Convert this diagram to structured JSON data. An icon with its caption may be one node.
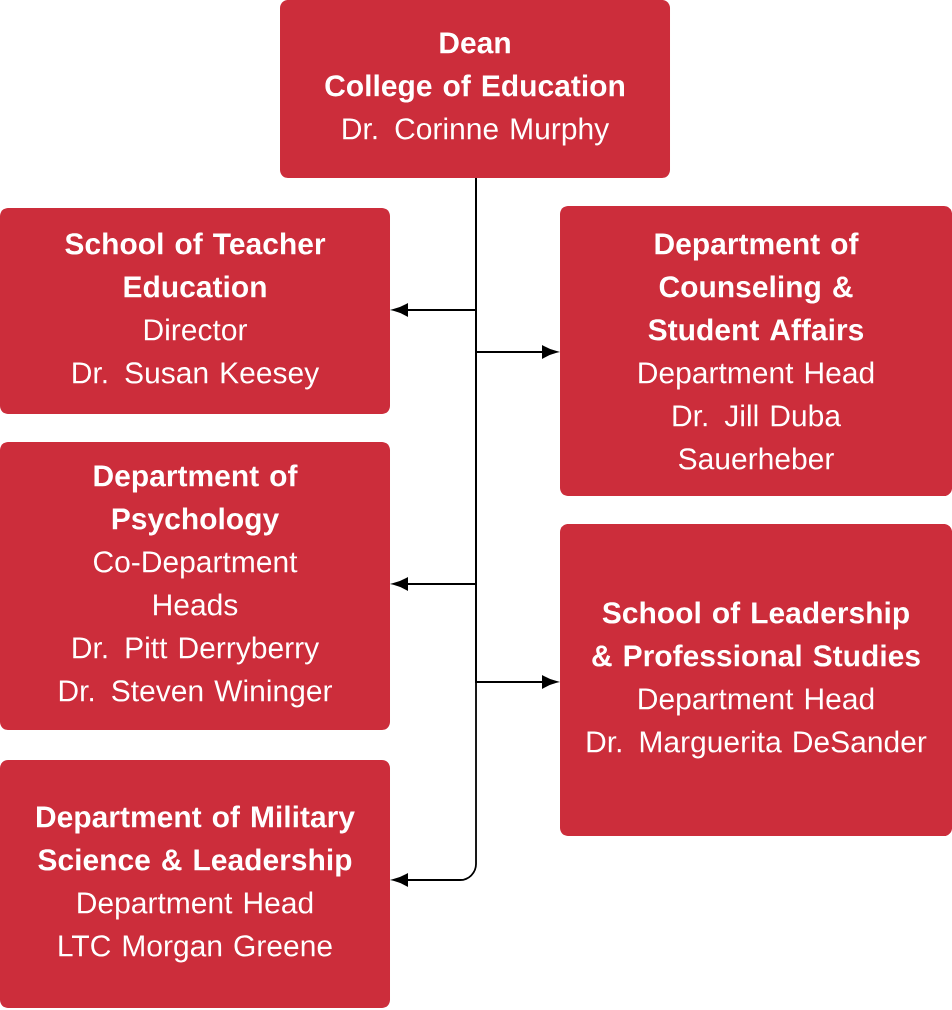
{
  "diagram": {
    "nodes": [
      {
        "text": [
          "Dean",
          "College of Education",
          "Dr. Corinne Murphy"
        ]
      },
      {
        "text": [
          "School of Teacher Education",
          "Director",
          "Dr. Susan Keesey"
        ]
      },
      {
        "text": [
          "Department of Counseling & Student Affairs",
          "Department Head",
          "Dr. Jill Duba Sauerheber"
        ]
      },
      {
        "text": [
          "Department of Psychology",
          "Co-Department Heads",
          "Dr. Pitt Derryberry",
          "Dr. Steven Wininger"
        ]
      },
      {
        "text": [
          "School of Leadership & Professional Studies",
          "Department Head",
          "Dr. Marguerita DeSander"
        ]
      },
      {
        "text": [
          "Department of Military Science & Leadership",
          "Department Head",
          "LTC Morgan Greene"
        ]
      }
    ],
    "edges": [
      {
        "from": 0,
        "to": 1,
        "arrow": "to"
      },
      {
        "from": 0,
        "to": 2,
        "arrow": "to"
      },
      {
        "from": 0,
        "to": 3,
        "arrow": "to"
      },
      {
        "from": 0,
        "to": 4,
        "arrow": "to"
      },
      {
        "from": 0,
        "to": 5,
        "arrow": "to"
      }
    ]
  }
}
